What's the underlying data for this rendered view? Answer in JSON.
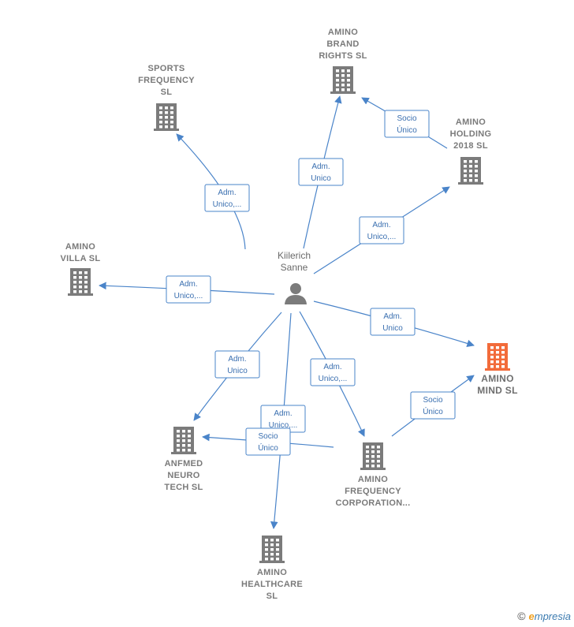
{
  "person": {
    "label_lines": [
      "Kiilerich",
      "Sanne"
    ]
  },
  "nodes": [
    {
      "id": "amino_brand",
      "label_lines": [
        "AMINO",
        "BRAND",
        "RIGHTS  SL"
      ],
      "highlight": false
    },
    {
      "id": "sports_freq",
      "label_lines": [
        "SPORTS",
        "FREQUENCY",
        "SL"
      ],
      "highlight": false
    },
    {
      "id": "amino_holding",
      "label_lines": [
        "AMINO",
        "HOLDING",
        "2018  SL"
      ],
      "highlight": false
    },
    {
      "id": "amino_villa",
      "label_lines": [
        "AMINO",
        "VILLA  SL"
      ],
      "highlight": false
    },
    {
      "id": "amino_mind",
      "label_lines": [
        "AMINO",
        "MIND  SL"
      ],
      "highlight": true
    },
    {
      "id": "anfmed",
      "label_lines": [
        "ANFMED",
        "NEURO",
        "TECH  SL"
      ],
      "highlight": false
    },
    {
      "id": "amino_freq_corp",
      "label_lines": [
        "AMINO",
        "FREQUENCY",
        "CORPORATION..."
      ],
      "highlight": false
    },
    {
      "id": "amino_health",
      "label_lines": [
        "AMINO",
        "HEALTHCARE",
        "SL"
      ],
      "highlight": false
    }
  ],
  "edges": [
    {
      "from": "person",
      "to": "amino_brand",
      "label_lines": [
        "Adm.",
        "Unico"
      ]
    },
    {
      "from": "person",
      "to": "sports_freq",
      "label_lines": [
        "Adm.",
        "Unico,..."
      ]
    },
    {
      "from": "person",
      "to": "amino_holding",
      "label_lines": [
        "Adm.",
        "Unico,..."
      ]
    },
    {
      "from": "person",
      "to": "amino_villa",
      "label_lines": [
        "Adm.",
        "Unico,..."
      ]
    },
    {
      "from": "person",
      "to": "amino_mind",
      "label_lines": [
        "Adm.",
        "Unico"
      ]
    },
    {
      "from": "person",
      "to": "anfmed",
      "label_lines": [
        "Adm.",
        "Unico"
      ]
    },
    {
      "from": "person",
      "to": "amino_freq_corp",
      "label_lines": [
        "Adm.",
        "Unico,..."
      ]
    },
    {
      "from": "person",
      "to": "amino_health",
      "label_lines": [
        "Adm.",
        "Unico,..."
      ]
    },
    {
      "from": "amino_holding",
      "to": "amino_brand",
      "label_lines": [
        "Socio",
        "Único"
      ]
    },
    {
      "from": "amino_freq_corp",
      "to": "amino_mind",
      "label_lines": [
        "Socio",
        "Único"
      ]
    },
    {
      "from": "amino_freq_corp",
      "to": "anfmed",
      "label_lines": [
        "Socio",
        "Único"
      ]
    }
  ],
  "colors": {
    "building": "#7b7b7b",
    "building_highlight": "#f26b3a",
    "edge": "#4a84c9",
    "person": "#7b7b7b"
  },
  "footer": {
    "copyright": "©",
    "brand_initial": "e",
    "brand_rest": "mpresia"
  }
}
